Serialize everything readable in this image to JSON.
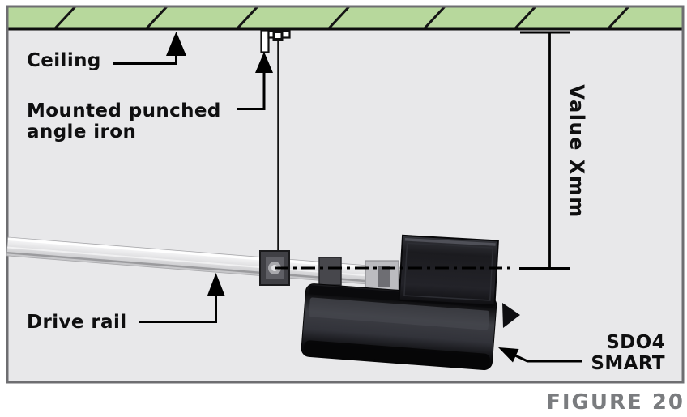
{
  "figure": {
    "caption": "FIGURE 20"
  },
  "labels": {
    "ceiling": "Ceiling",
    "mounted_line1": "Mounted punched",
    "mounted_line2": "angle iron",
    "dimension": "Value Xmm",
    "drive_rail": "Drive rail",
    "device_line1": "SDO4",
    "device_line2": "SMART"
  },
  "colors": {
    "ceiling_fill": "#b7d89c",
    "interior_fill": "#e8e8ea",
    "frame_border": "#6e6e71",
    "line_color": "#000000",
    "caption_color": "#7a7c7f"
  }
}
